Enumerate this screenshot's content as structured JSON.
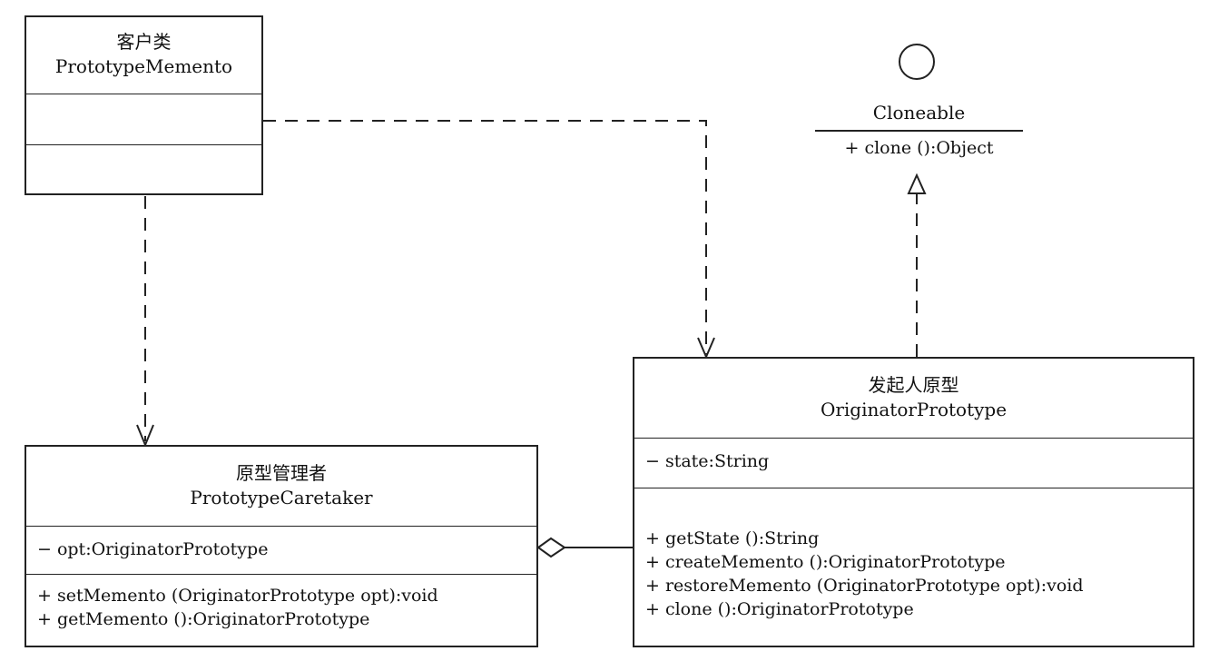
{
  "client": {
    "title_cn": "客户类",
    "title_en": "PrototypeMemento"
  },
  "interface": {
    "name": "Cloneable",
    "operation": "+ clone ():Object"
  },
  "originator": {
    "title_cn": "发起人原型",
    "title_en": "OriginatorPrototype",
    "attributes": [
      "− state:String"
    ],
    "operations": [
      "+ getState ():String",
      "+ createMemento ():OriginatorPrototype",
      "+ restoreMemento (OriginatorPrototype opt):void",
      "+ clone ():OriginatorPrototype"
    ]
  },
  "caretaker": {
    "title_cn": "原型管理者",
    "title_en": "PrototypeCaretaker",
    "attributes": [
      "− opt:OriginatorPrototype"
    ],
    "operations": [
      "+ setMemento (OriginatorPrototype opt):void",
      "+ getMemento ():OriginatorPrototype"
    ]
  }
}
